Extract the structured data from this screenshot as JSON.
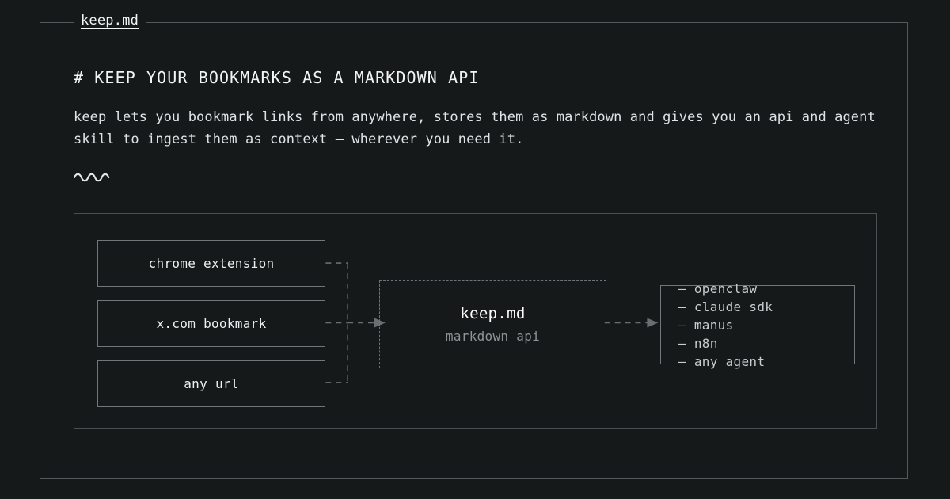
{
  "colors": {
    "background": "#16191a",
    "frame_border": "#56595b",
    "box_border": "#72767a",
    "dashed_border": "#6f7377",
    "text_primary": "#f2f5f6",
    "text_muted": "#8e9397",
    "connector": "#6a6e71"
  },
  "card": {
    "label": "keep.md"
  },
  "content": {
    "heading": "# KEEP YOUR BOOKMARKS AS A MARKDOWN API",
    "paragraph": "keep lets you bookmark links from anywhere, stores them as markdown and gives you an api and agent skill to ingest them as context — wherever you need it.",
    "divider": "~~~"
  },
  "diagram": {
    "sources": [
      {
        "label": "chrome extension"
      },
      {
        "label": "x.com bookmark"
      },
      {
        "label": "any url"
      }
    ],
    "hub": {
      "title": "keep.md",
      "subtitle": "markdown api"
    },
    "consumers": [
      {
        "bullet": "—",
        "label": "openclaw"
      },
      {
        "bullet": "—",
        "label": "claude sdk"
      },
      {
        "bullet": "—",
        "label": "manus"
      },
      {
        "bullet": "—",
        "label": "n8n"
      },
      {
        "bullet": "—",
        "label": "any agent"
      }
    ]
  }
}
